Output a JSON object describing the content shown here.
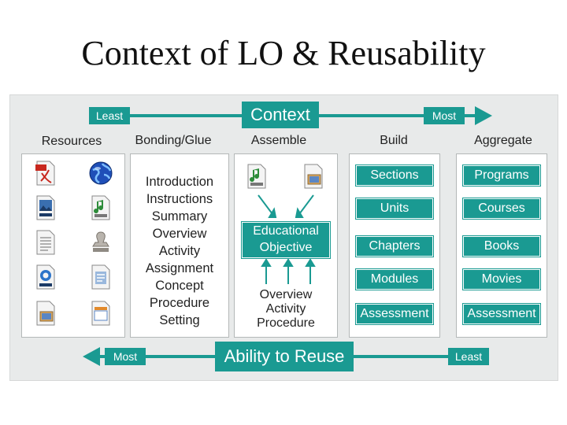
{
  "title": "Context of LO & Reusability",
  "top_bar": {
    "least": "Least",
    "context": "Context",
    "most": "Most"
  },
  "bottom_bar": {
    "most": "Most",
    "reuse": "Ability to Reuse",
    "least": "Least"
  },
  "columns": {
    "resources": "Resources",
    "bonding": "Bonding/Glue",
    "assemble": "Assemble",
    "build": "Build",
    "aggregate": "Aggregate"
  },
  "bonding_items": [
    "Introduction",
    "Instructions",
    "Summary",
    "Overview",
    "Activity",
    "Assignment",
    "Concept",
    "Procedure",
    "Setting"
  ],
  "assemble": {
    "objective_line1": "Educational",
    "objective_line2": "Objective",
    "items": [
      "Overview",
      "Activity",
      "Procedure"
    ]
  },
  "build_items": [
    "Sections",
    "Units",
    "Chapters",
    "Modules",
    "Assessment"
  ],
  "aggregate_items": [
    "Programs",
    "Courses",
    "Books",
    "Movies",
    "Assessment"
  ],
  "icons": [
    "pdf-file-icon",
    "globe-icon",
    "jpeg-file-icon",
    "mp3-file-icon",
    "text-document-icon",
    "stamp-icon",
    "quicktime-movie-icon",
    "document-file-icon",
    "image-file-icon",
    "slides-file-icon",
    "mp3-file-icon",
    "image-file-icon"
  ],
  "colors": {
    "teal": "#1a9a92",
    "panel": "#e8eaea"
  }
}
